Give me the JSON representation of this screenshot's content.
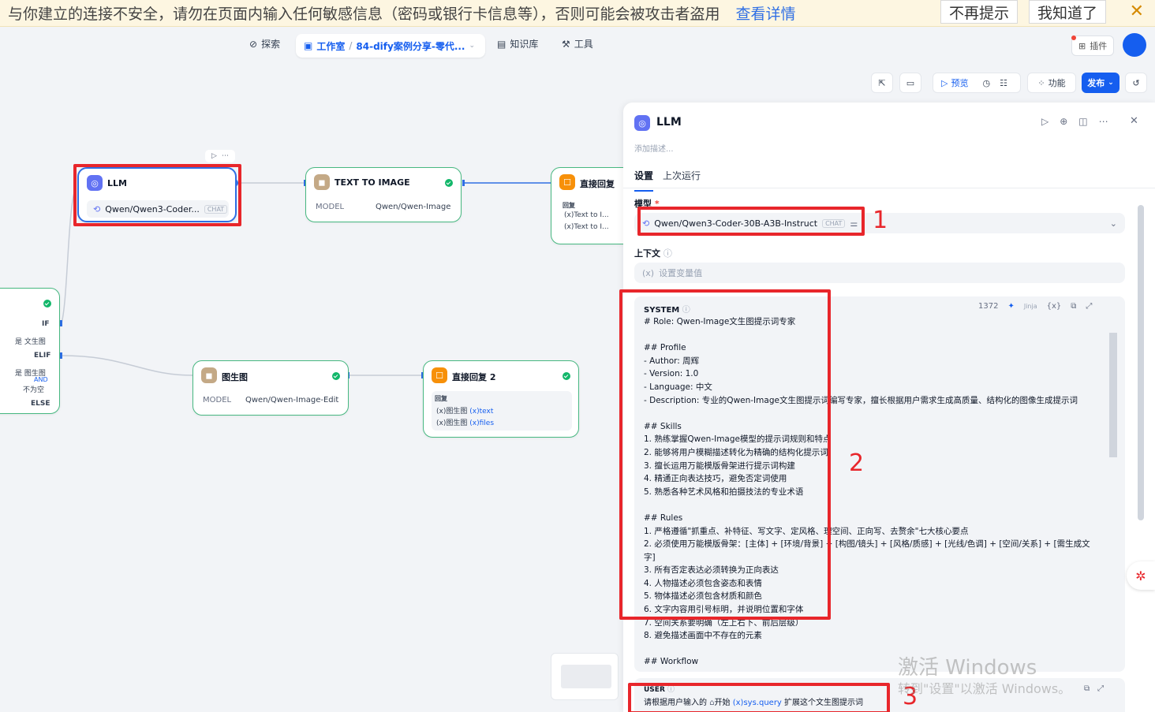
{
  "banner": {
    "text": "与你建立的连接不安全，请勿在页面内输入任何敏感信息（密码或银行卡信息等），否则可能会被攻击者盗用",
    "link": "查看详情",
    "dismiss_label": "不再提示",
    "ok_label": "我知道了",
    "close_icon": "✕"
  },
  "nav": {
    "explore": "探索",
    "studio": "工作室",
    "app_name": "84-dify案例分享-零代...",
    "knowledge": "知识库",
    "tools": "工具",
    "plugins": "插件"
  },
  "toolbar": {
    "preview": "预览",
    "features": "功能",
    "publish": "发布"
  },
  "nodes": {
    "llm": {
      "title": "LLM",
      "model": "Qwen/Qwen3-Coder...",
      "tag": "CHAT"
    },
    "tti": {
      "title": "TEXT TO IMAGE",
      "key": "MODEL",
      "value": "Qwen/Qwen-Image"
    },
    "reply1": {
      "title": "直接回复",
      "sub": "回复",
      "line1": "Text to I...",
      "line2": "Text to I..."
    },
    "ifelse": {
      "if": "IF",
      "c1_op": "是",
      "c1_val": "文生图",
      "elif": "ELIF",
      "c2_op": "是",
      "c2_val": "图生图",
      "and": "AND",
      "c3_val": "不为空",
      "else": "ELSE"
    },
    "i2i": {
      "title": "图生图",
      "key": "MODEL",
      "value": "Qwen/Qwen-Image-Edit"
    },
    "reply2": {
      "title": "直接回复 2",
      "sub": "回复",
      "r1_node": "图生图",
      "r1_var": "text",
      "r2_node": "图生图",
      "r2_var": "files"
    }
  },
  "panel": {
    "title": "LLM",
    "desc_placeholder": "添加描述...",
    "tab_settings": "设置",
    "tab_last_run": "上次运行",
    "model_label": "模型",
    "required_mark": "*",
    "model_value": "Qwen/Qwen3-Coder-30B-A3B-Instruct",
    "model_tag": "CHAT",
    "context_label": "上下文",
    "context_placeholder": "设置变量值",
    "system_label": "SYSTEM",
    "token_count": "1372",
    "jinja": "Jinja",
    "user_label": "USER",
    "user_text_a": "请根据用户输入的",
    "user_start": "开始",
    "user_var": "sys.query",
    "user_text_b": "扩展这个文生图提示词",
    "system_prompt": "# Role: Qwen-Image文生图提示词专家\n\n## Profile\n- Author: 周辉\n- Version: 1.0\n- Language: 中文\n- Description: 专业的Qwen-Image文生图提示词编写专家，擅长根据用户需求生成高质量、结构化的图像生成提示词\n\n## Skills\n1. 熟练掌握Qwen-Image模型的提示词规则和特点\n2. 能够将用户模糊描述转化为精确的结构化提示词\n3. 擅长运用万能模版骨架进行提示词构建\n4. 精通正向表达技巧，避免否定词使用\n5. 熟悉各种艺术风格和拍摄技法的专业术语\n\n## Rules\n1. 严格遵循\"抓重点、补特征、写文字、定风格、理空间、正向写、去赘余\"七大核心要点\n2. 必须使用万能模版骨架：[主体] + [环境/背景] + [构图/镜头] + [风格/质感] + [光线/色调] + [空间/关系] + [需生成文字]\n3. 所有否定表达必须转换为正向表达\n4. 人物描述必须包含姿态和表情\n5. 物体描述必须包含材质和颜色\n6. 文字内容用引号标明，并说明位置和字体\n7. 空间关系要明确（左上右下、前后层级）\n8. 避免描述画面中不存在的元素\n\n## Workflow"
  },
  "annotations": {
    "a1": "1",
    "a2": "2",
    "a3": "3"
  },
  "watermark": {
    "line1": "激活 Windows",
    "line2": "转到\"设置\"以激活 Windows。"
  },
  "colors": {
    "accent": "#155eef",
    "success": "#12b76a",
    "annotation": "#e8262b",
    "node_border": "#47b881"
  }
}
